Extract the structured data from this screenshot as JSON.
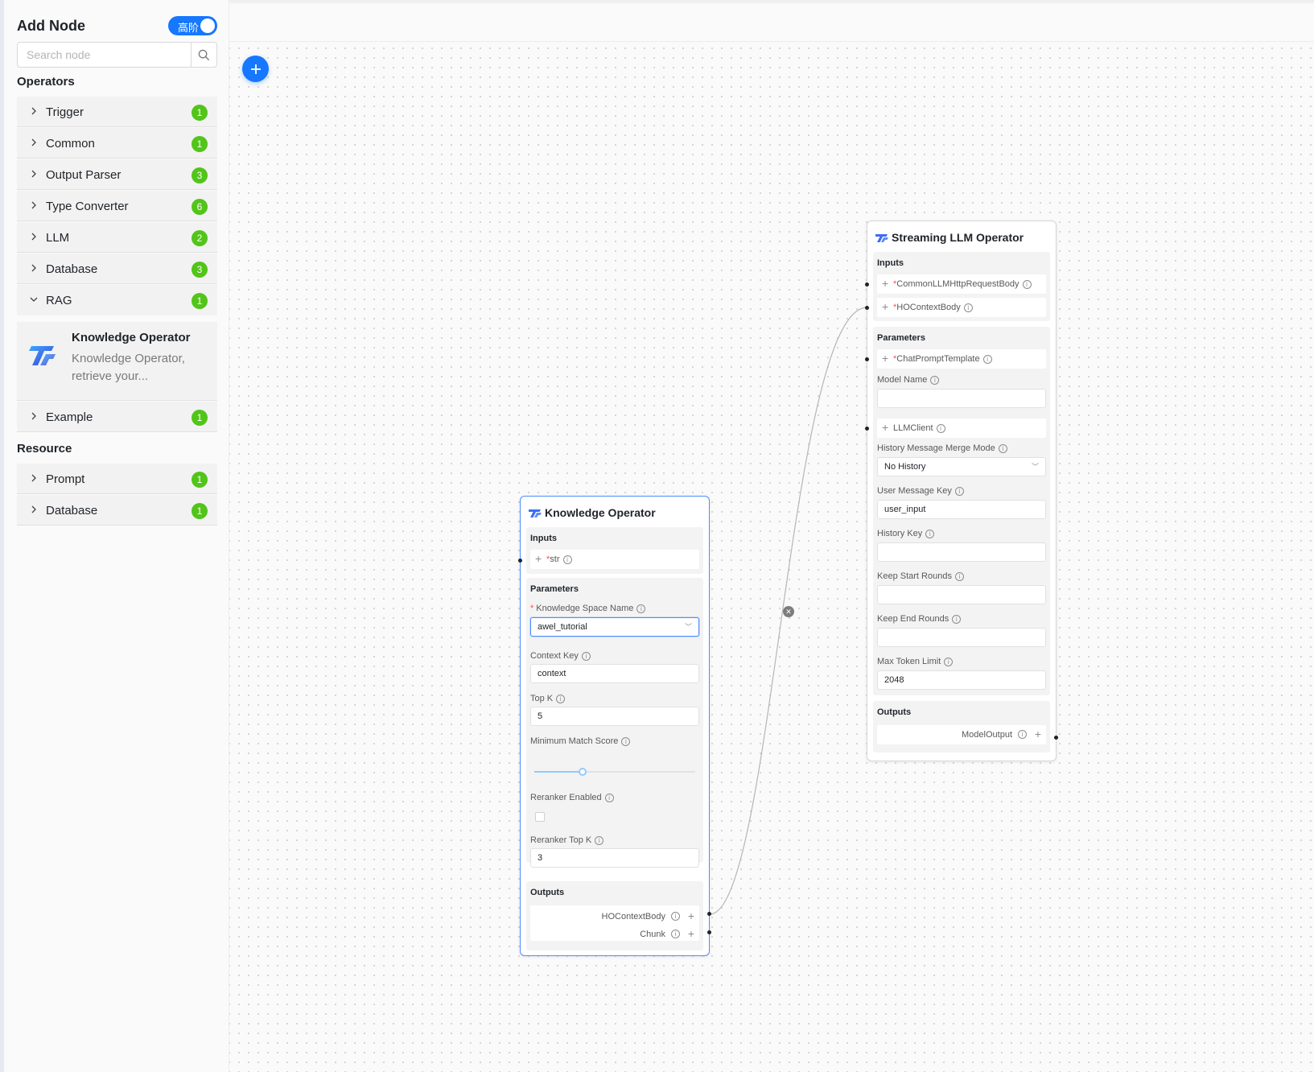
{
  "sidebar": {
    "title": "Add Node",
    "toggle_label": "高阶",
    "search_placeholder": "Search node",
    "operators_label": "Operators",
    "resource_label": "Resource",
    "operators": [
      {
        "label": "Trigger",
        "count": "1"
      },
      {
        "label": "Common",
        "count": "1"
      },
      {
        "label": "Output Parser",
        "count": "3"
      },
      {
        "label": "Type Converter",
        "count": "6"
      },
      {
        "label": "LLM",
        "count": "2"
      },
      {
        "label": "Database",
        "count": "3"
      },
      {
        "label": "RAG",
        "count": "1"
      },
      {
        "label": "Example",
        "count": "1"
      }
    ],
    "rag_item": {
      "title": "Knowledge Operator",
      "description": "Knowledge Operator, retrieve your..."
    },
    "resources": [
      {
        "label": "Prompt",
        "count": "1"
      },
      {
        "label": "Database",
        "count": "1"
      }
    ]
  },
  "knowledge_node": {
    "title": "Knowledge Operator",
    "inputs_label": "Inputs",
    "input_str": "str",
    "parameters_label": "Parameters",
    "space_label": "Knowledge Space Name",
    "space_value": "awel_tutorial",
    "context_key_label": "Context Key",
    "context_key_value": "context",
    "top_k_label": "Top K",
    "top_k_value": "5",
    "min_score_label": "Minimum Match Score",
    "min_score_value": 0.3,
    "reranker_enabled_label": "Reranker Enabled",
    "reranker_topk_label": "Reranker Top K",
    "reranker_topk_value": "3",
    "outputs_label": "Outputs",
    "output_hocontext": "HOContextBody",
    "output_chunk": "Chunk"
  },
  "llm_node": {
    "title": "Streaming LLM Operator",
    "inputs_label": "Inputs",
    "input_request": "CommonLLMHttpRequestBody",
    "input_hocontext": "HOContextBody",
    "parameters_label": "Parameters",
    "param_prompt": "ChatPromptTemplate",
    "model_name_label": "Model Name",
    "model_name_value": "",
    "llm_client": "LLMClient",
    "merge_mode_label": "History Message Merge Mode",
    "merge_mode_value": "No History",
    "user_msg_key_label": "User Message Key",
    "user_msg_key_value": "user_input",
    "history_key_label": "History Key",
    "history_key_value": "",
    "keep_start_label": "Keep Start Rounds",
    "keep_start_value": "",
    "keep_end_label": "Keep End Rounds",
    "keep_end_value": "",
    "max_token_label": "Max Token Limit",
    "max_token_value": "2048",
    "outputs_label": "Outputs",
    "output_model": "ModelOutput"
  },
  "colors": {
    "accent": "#1677ff",
    "badge": "#52c41a",
    "edge": "#b5b5b5"
  }
}
